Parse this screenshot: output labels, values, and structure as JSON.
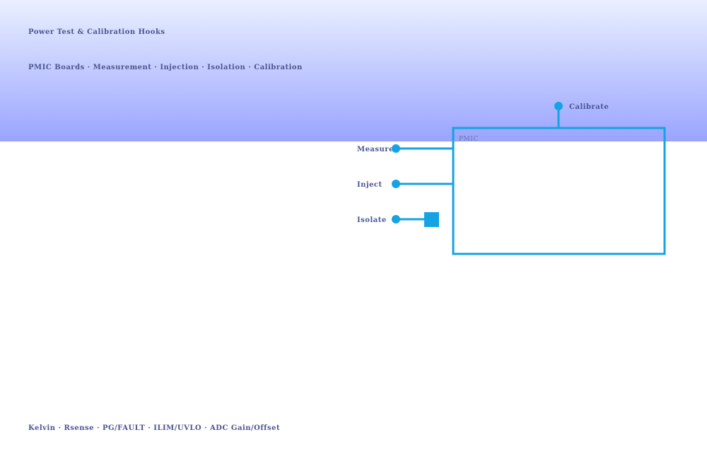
{
  "header": {
    "title": "Power Test & Calibration Hooks",
    "subtitle": "PMIC Boards · Measurement · Injection · Isolation · Calibration"
  },
  "diagram": {
    "block_label": "PMIC",
    "hooks": {
      "calibrate": "Calibrate",
      "measure": "Measure",
      "inject": "Inject",
      "isolate": "Isolate"
    },
    "colors": {
      "accent": "#14a3e3",
      "text": "#4a5590"
    }
  },
  "footer": {
    "text": "Kelvin · Rsense · PG/FAULT · ILIM/UVLO · ADC Gain/Offset"
  }
}
